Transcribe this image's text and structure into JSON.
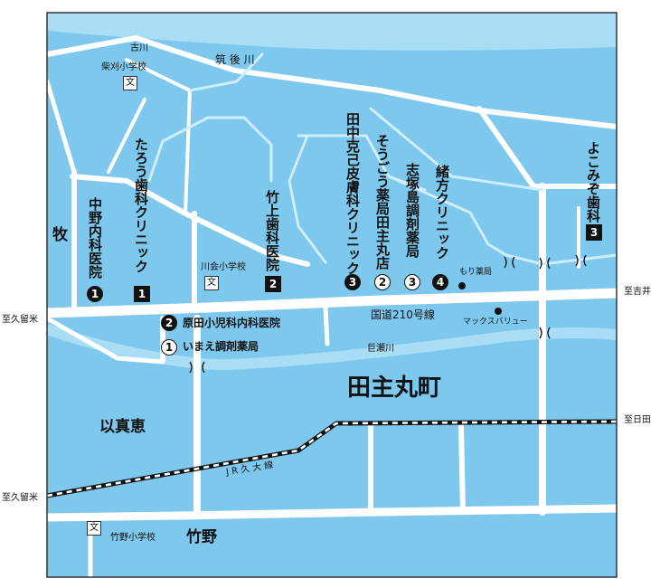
{
  "areas": {
    "tanushimaru": "田主丸町",
    "makino": "牧",
    "imae": "以真恵",
    "takeno": "竹野"
  },
  "rivers": {
    "furukawa": "古川",
    "chikugo": "筑 後 川",
    "kose": "巨瀬川"
  },
  "roads": {
    "route210": "国道210号線",
    "jr": "J R 久 大 線"
  },
  "directions": {
    "kurume_top": "至久留米",
    "kurume_bottom": "至久留米",
    "yoshii": "至吉井",
    "hita": "至日田"
  },
  "schools": {
    "icon": "文",
    "shibakari": "柴刈小学校",
    "kawaai": "川会小学校",
    "takeno": "竹野小学校"
  },
  "places": {
    "nakano": {
      "name": "中野内科医院",
      "marker": "1"
    },
    "taro": {
      "name": "たろう歯科クリニック",
      "marker": "1"
    },
    "takegami": {
      "name": "竹上歯科医院",
      "marker": "2"
    },
    "tanaka": {
      "name": "田中克己皮膚科クリニック",
      "marker": "3"
    },
    "sougou": {
      "name": "そうごう薬局田主丸店",
      "marker": "2"
    },
    "shizuka": {
      "name": "志塚島調剤薬局",
      "marker": "3"
    },
    "ogata": {
      "name": "緒方クリニック",
      "marker": "4"
    },
    "yokomizo": {
      "name": "よこみぞ歯科",
      "marker": "3"
    },
    "harada": {
      "name": "原田小児科内科医院",
      "marker": "2"
    },
    "imae_pharm": {
      "name": "いまえ調剤薬局",
      "marker": "1"
    },
    "mori": {
      "name": "もり薬局"
    },
    "maxvalu": {
      "name": "マックスバリュー"
    }
  },
  "colors": {
    "land": "#7ec8ee",
    "river": "#a9ddf5",
    "road": "#ffffff",
    "frame": "#333333"
  }
}
